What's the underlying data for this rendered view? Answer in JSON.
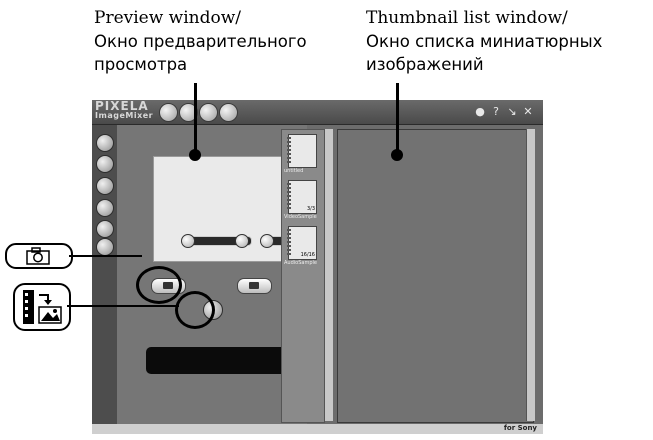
{
  "labels": {
    "preview": {
      "en": "Preview window/",
      "ru_line1": "Окно предварительного",
      "ru_line2": "просмотра"
    },
    "thumbnails": {
      "en": "Thumbnail list window/",
      "ru_line1": "Окно списка миниатюрных",
      "ru_line2": "изображений"
    }
  },
  "app": {
    "logo_top": "PIXELA",
    "logo_bottom": "ImageMixer",
    "titlebar_icons": [
      "import-icon",
      "print-icon",
      "disk-icon",
      "globe-icon"
    ],
    "window_controls": [
      "help-icon",
      "question-icon",
      "minimize-icon",
      "close-icon"
    ],
    "side_buttons": [
      "capture-icon",
      "trash-icon",
      "disc-icon",
      "tools-icon",
      "video-icon",
      "print-icon"
    ],
    "thumbnails": [
      {
        "label": "untitled",
        "count": ""
      },
      {
        "label": "VideoSample",
        "count": "3/3"
      },
      {
        "label": "AudioSample",
        "count": "16/16"
      }
    ],
    "brand": "for Sony"
  },
  "callouts": {
    "camera_icon": "camera-icon",
    "film_to_image_icon": "film-to-image-icon"
  }
}
